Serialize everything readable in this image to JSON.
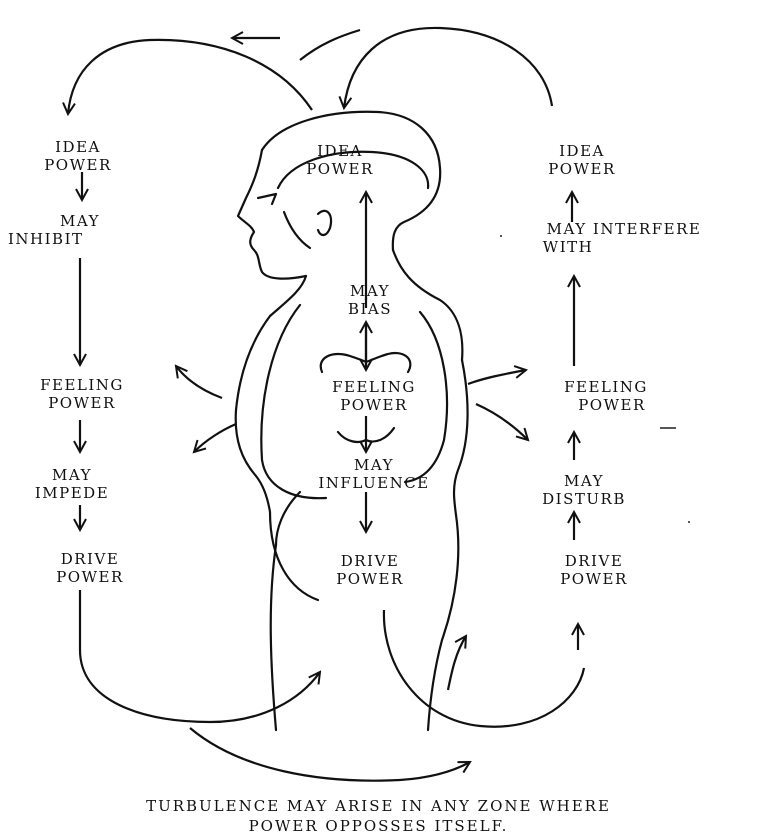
{
  "left_column": {
    "idea_power_1": "IDEA",
    "idea_power_2": "POWER",
    "relation_1": "MAY",
    "relation_2": "INHIBIT",
    "feeling_power_1": "FEELING",
    "feeling_power_2": "POWER",
    "relation2_1": "MAY",
    "relation2_2": "IMPEDE",
    "drive_power_1": "DRIVE",
    "drive_power_2": "POWER"
  },
  "center_column": {
    "idea_power_1": "IDEA",
    "idea_power_2": "POWER",
    "relation_1": "MAY",
    "relation_2": "BIAS",
    "feeling_power_1": "FEELING",
    "feeling_power_2": "POWER",
    "relation2_1": "MAY",
    "relation2_2": "INFLUENCE",
    "drive_power_1": "DRIVE",
    "drive_power_2": "POWER"
  },
  "right_column": {
    "idea_power_1": "IDEA",
    "idea_power_2": "POWER",
    "relation_1": "MAY INTERFERE",
    "relation_2": "WITH",
    "feeling_power_1": "FEELING",
    "feeling_power_2": "POWER",
    "relation2_1": "MAY",
    "relation2_2": "DISTURB",
    "drive_power_1": "DRIVE",
    "drive_power_2": "POWER"
  },
  "caption": {
    "line1": "TURBULENCE MAY ARISE IN ANY ZONE WHERE",
    "line2": "POWER OPPOSSES ITSELF."
  },
  "colors": {
    "ink": "#111111",
    "paper": "#ffffff"
  }
}
